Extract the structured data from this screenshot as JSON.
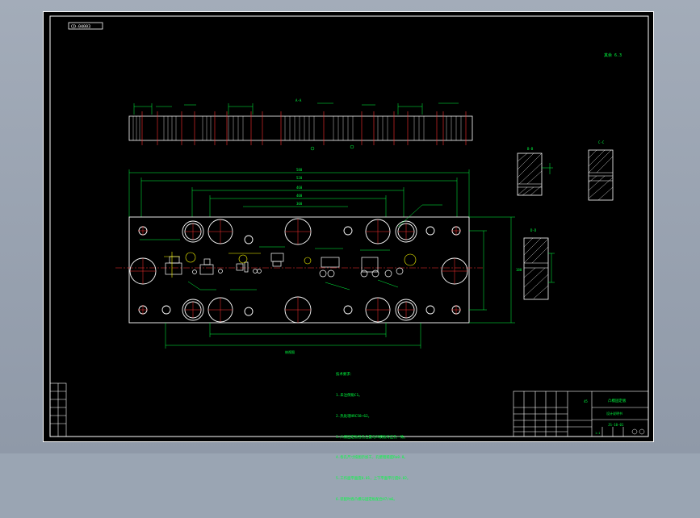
{
  "drawing": {
    "drawing_number_box": "CD-04003",
    "roughness_note": "其余 6.3",
    "view_labels": {
      "section_top": "A-A",
      "main_plan": "俯视图",
      "section_b": "B-B",
      "section_c": "C-C",
      "section_d": "D-D",
      "dim_width": "580",
      "dim_inner1": "520",
      "dim_inner2": "460",
      "dim_height": "180",
      "dim_pitch1": "400",
      "dim_pitch2": "300"
    },
    "technical_requirements": [
      "技术要求：",
      "1.未注倒角C1。",
      "2.热处理HRC58~62。",
      "3.凸模固定板各孔位置与凹模板对应孔一致。",
      "4.各孔尺寸按图示加工，孔壁粗糙度Ra0.8。",
      "5.工作面平面度0.01，上下平面平行度0.02。",
      "6.装配时各凸模与固定板配合H7/m6。"
    ],
    "title_block": {
      "part_name": "凸模固定板",
      "company": "设计说明书",
      "drawing_code": "JS-10-01",
      "scale": "1:1",
      "material": "45"
    }
  },
  "colors": {
    "outline": "#ffffff",
    "dimension": "#00ff40",
    "center": "#ff3030",
    "hatch": "#ffffff",
    "callout": "#ffff00",
    "background": "#000000"
  }
}
